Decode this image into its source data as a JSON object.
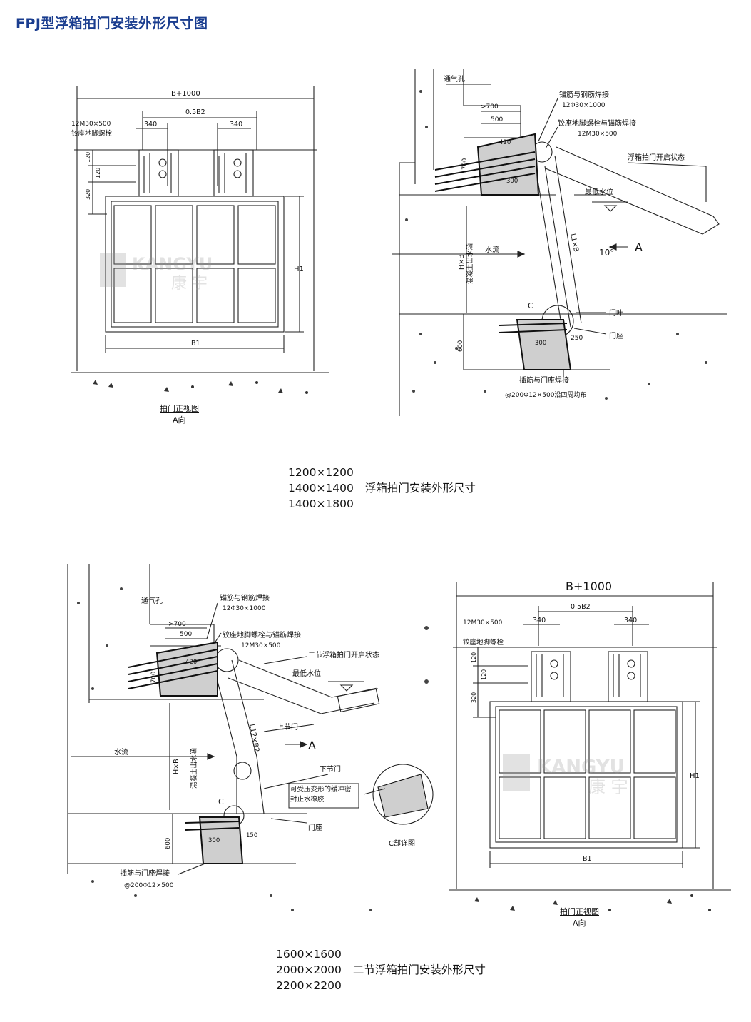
{
  "title": "FPJ型浮箱拍门安装外形尺寸图",
  "watermark": {
    "brand": "KANGYU",
    "chinese": "康 宇",
    "color": "#9a9a9a"
  },
  "accent_color": "#1a3d8f",
  "front_view_1": {
    "dim_total": "B+1000",
    "dim_half": "0.5B2",
    "dim_340": "340",
    "bolt_spec": "12M30×500",
    "bolt_label": "铰座地脚螺栓",
    "dim_120": "120",
    "dim_320": "320",
    "dim_h1": "H1",
    "dim_b1": "B1",
    "view_name": "拍门正视图",
    "view_dir": "A向"
  },
  "section_1": {
    "vent": "通气孔",
    "anchor_weld": "锚筋与钢筋焊接",
    "anchor_spec": "12Φ30×1000",
    "gt700": ">700",
    "d500": "500",
    "bolt_weld": "铰座地脚螺栓与锚筋焊接",
    "bolt_spec": "12M30×500",
    "open_state": "浮箱拍门开启状态",
    "min_water": "最低水位",
    "d420": "420",
    "d700": "700",
    "d300": "300",
    "hb": "H×B",
    "pipe": "混凝土出水涵",
    "flow": "水流",
    "l1b": "L1×B",
    "angle": "10°",
    "arrow_a": "A",
    "c_mark": "C",
    "leaf": "门叶",
    "seat": "门座",
    "d250": "250",
    "d600": "600",
    "rebar_weld": "插筋与门座焊接",
    "rebar_spec": "@200Φ12×500沿四周均布"
  },
  "caption_1": {
    "size_a": "1200×1200",
    "size_b": "1400×1400",
    "size_c": "1400×1800",
    "label": "浮箱拍门安装外形尺寸"
  },
  "section_2": {
    "vent": "通气孔",
    "anchor_weld": "锚筋与钢筋焊接",
    "anchor_spec": "12Φ30×1000",
    "gt700": ">700",
    "d500": "500",
    "bolt_weld": "铰座地脚螺栓与锚筋焊接",
    "bolt_spec": "12M30×500",
    "open_state": "二节浮箱拍门开启状态",
    "min_water": "最低水位",
    "upper_leaf": "上节门",
    "lower_leaf": "下节门",
    "arrow_a": "A",
    "hb": "H×B",
    "pipe": "混凝土出水涵",
    "flow": "水流",
    "l12b2": "L12×B2",
    "seal": "可受压变形的缓冲密封止水橡胶",
    "seat": "门座",
    "c_mark": "C",
    "d420": "420",
    "d700": "700",
    "d600": "600",
    "d300": "300",
    "d150": "150",
    "rebar_weld": "插筋与门座焊接",
    "rebar_spec": "@200Φ12×500",
    "detail": "C部详图"
  },
  "front_view_2": {
    "dim_total": "B+1000",
    "dim_half": "0.5B2",
    "dim_340": "340",
    "bolt_spec": "12M30×500",
    "bolt_label": "铰座地脚螺栓",
    "dim_120": "120",
    "dim_320": "320",
    "dim_h1": "H1",
    "dim_b1": "B1",
    "view_name": "拍门正视图",
    "view_dir": "A向"
  },
  "caption_2": {
    "size_a": "1600×1600",
    "size_b": "2000×2000",
    "size_c": "2200×2200",
    "label": "二节浮箱拍门安装外形尺寸"
  }
}
